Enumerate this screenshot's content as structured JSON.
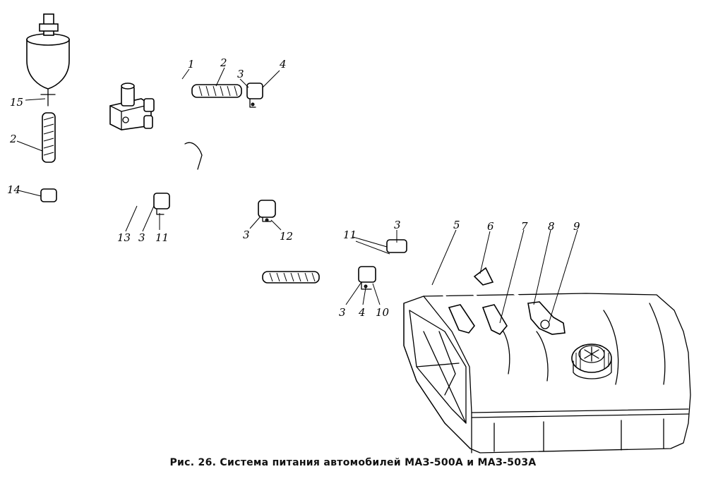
{
  "caption": "Рис. 26. Система питания автомобилей МАЗ-500А и МАЗ-503А",
  "callouts": {
    "c1": "1",
    "c2_top": "2",
    "c3_top": "3",
    "c4_top": "4",
    "c15": "15",
    "c2_left": "2",
    "c14": "14",
    "c13": "13",
    "c3_mid": "3",
    "c11_mid": "11",
    "c3_clamp": "3",
    "c12": "12",
    "c11_right": "11",
    "c3_right": "3",
    "c3_low": "3",
    "c4_low": "4",
    "c10": "10",
    "c5": "5",
    "c6": "6",
    "c7": "7",
    "c8": "8",
    "c9": "9"
  }
}
